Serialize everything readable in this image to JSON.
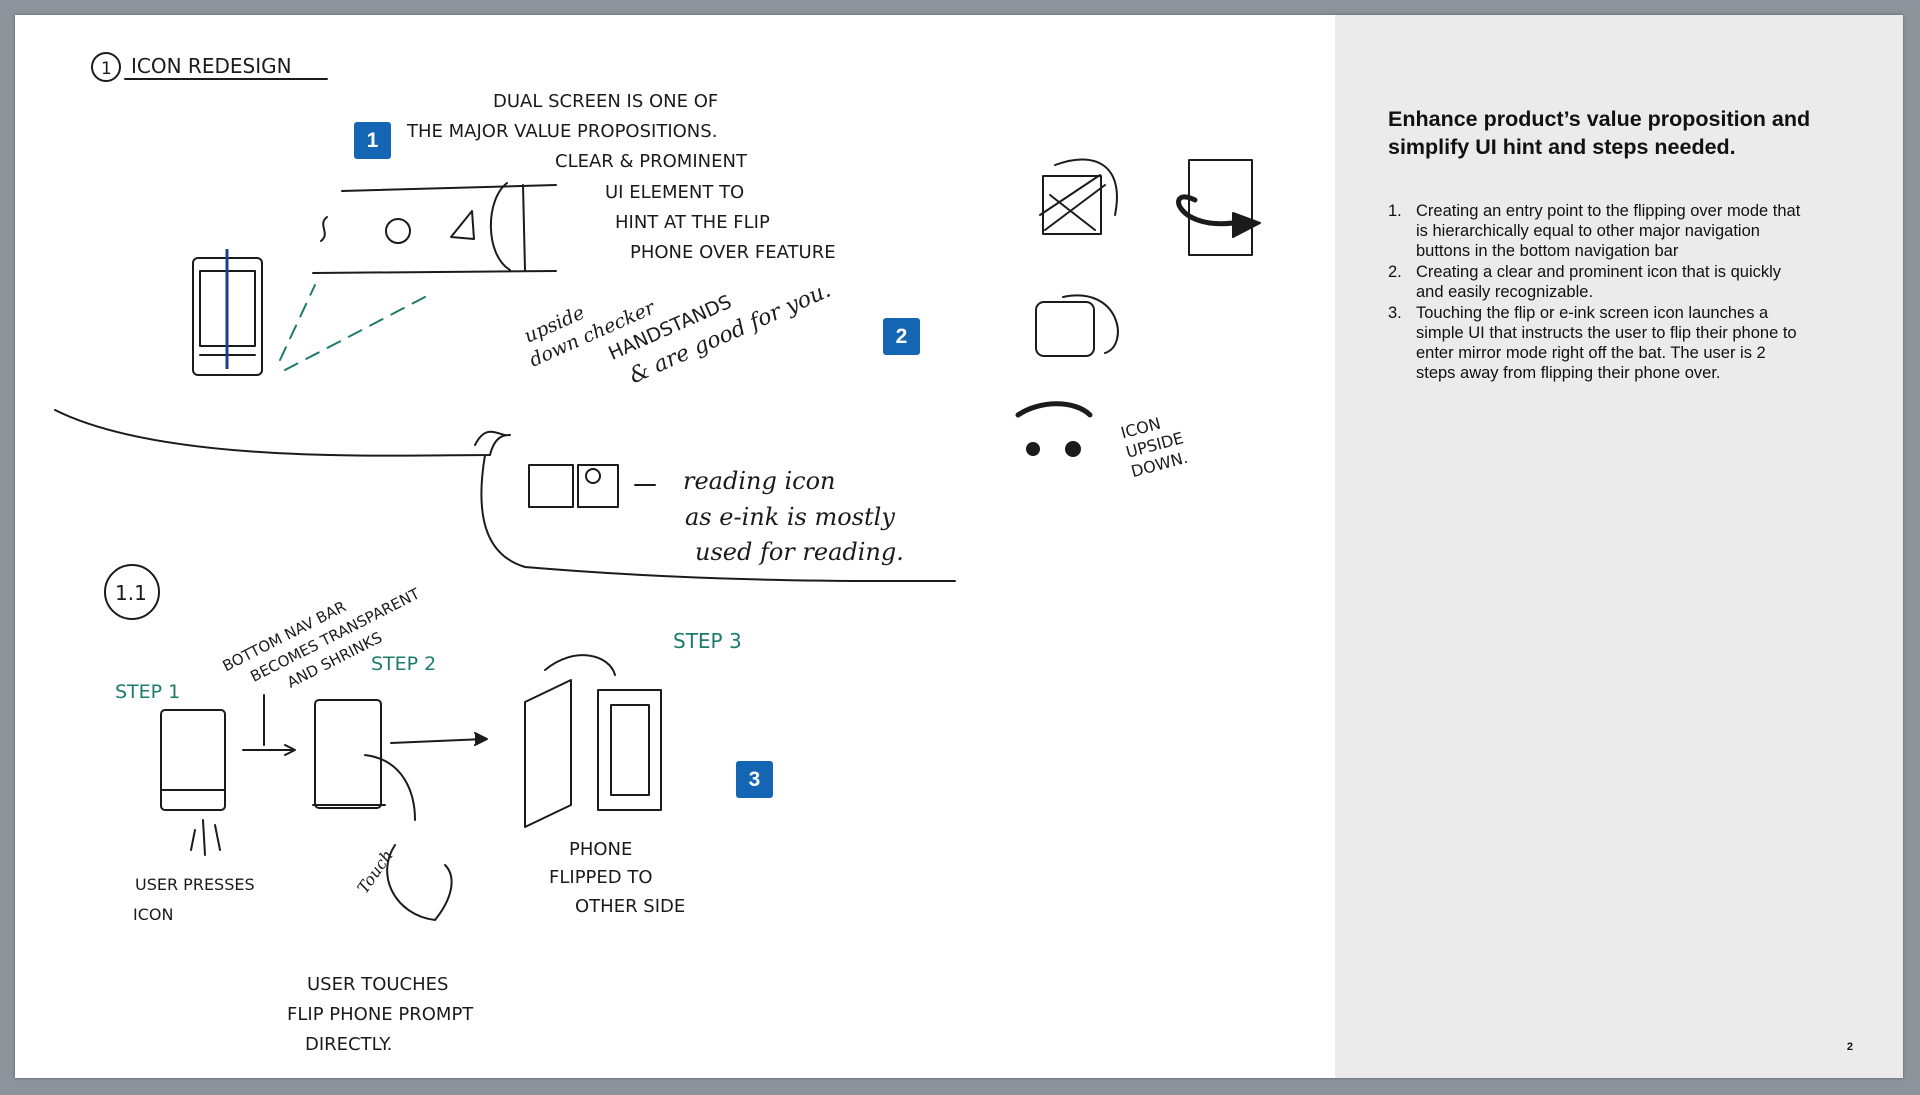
{
  "sketch": {
    "section_title": "ICON REDESIGN",
    "section_number": "1",
    "badges": [
      "1",
      "2",
      "3"
    ],
    "note_dual_screen": [
      "DUAL SCREEN IS ONE OF",
      "THE MAJOR VALUE PROPOSITIONS.",
      "CLEAR & PROMINENT",
      "UI ELEMENT TO",
      "HINT AT THE FLIP",
      "PHONE OVER FEATURE"
    ],
    "note_upside_down": [
      "upside",
      "down checker",
      "HANDSTANDS",
      "& are good for you."
    ],
    "note_reading_icon": [
      "reading icon",
      "as e-ink is mostly",
      "used for reading."
    ],
    "note_icon_upside": [
      "ICON",
      "UPSIDE",
      "DOWN."
    ],
    "subsection_number": "1.1",
    "note_bottom_nav": [
      "BOTTOM NAV BAR",
      "BECOMES TRANSPARENT",
      "AND SHRINKS"
    ],
    "step_labels": [
      "STEP 1",
      "STEP 2",
      "STEP 3"
    ],
    "caption_step1": [
      "USER PRESSES",
      "ICON"
    ],
    "caption_step2": [
      "USER TOUCHES",
      "FLIP PHONE PROMPT",
      "DIRECTLY."
    ],
    "caption_touch": "Touch",
    "caption_step3": [
      "PHONE",
      "FLIPPED TO",
      "OTHER SIDE"
    ]
  },
  "panel": {
    "heading": "Enhance product’s value proposition and simplify UI hint and steps needed.",
    "items": [
      {
        "num": "1.",
        "text": "Creating an entry point to the flipping over mode that is hierarchically equal to other major navigation buttons in the bottom navigation bar"
      },
      {
        "num": "2.",
        "text": "Creating a clear and prominent icon that is quickly and easily recognizable."
      },
      {
        "num": "3.",
        "text": "Touching the flip or e-ink screen icon launches a simple UI that instructs the user to flip their phone to enter mirror mode right off the bat. The user is 2 steps away from flipping their phone over."
      }
    ]
  },
  "page_number": "2",
  "colors": {
    "badge": "#1565b5",
    "panel_bg": "#ebebec",
    "frame_bg": "#8d939b",
    "sketch_green": "#1d7b6e"
  }
}
